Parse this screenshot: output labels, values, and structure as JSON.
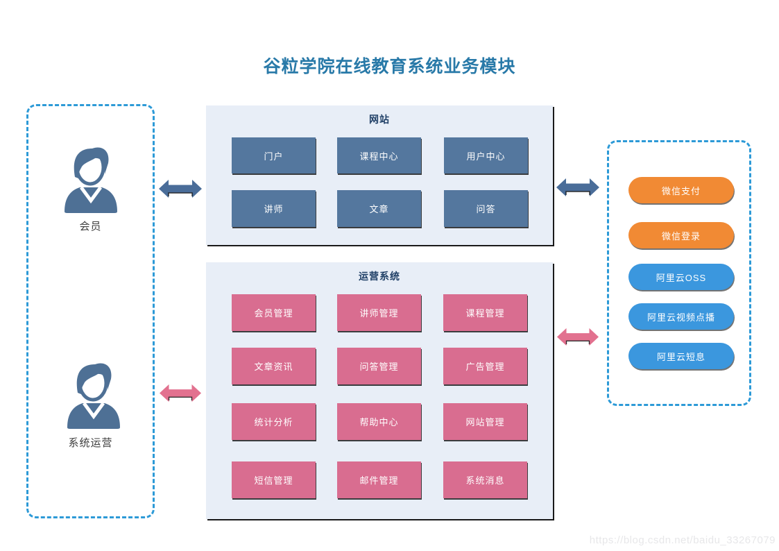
{
  "page": {
    "title": "谷粒学院在线教育系统业务模块",
    "watermark": "https://blog.csdn.net/baidu_33267079"
  },
  "actors": [
    {
      "label": "会员"
    },
    {
      "label": "系统运营"
    }
  ],
  "website": {
    "title": "网站",
    "modules": [
      "门户",
      "课程中心",
      "用户中心",
      "讲师",
      "文章",
      "问答"
    ]
  },
  "operations": {
    "title": "运营系统",
    "modules": [
      "会员管理",
      "讲师管理",
      "课程管理",
      "文章资讯",
      "问答管理",
      "广告管理",
      "统计分析",
      "帮助中心",
      "网站管理",
      "短信管理",
      "邮件管理",
      "系统消息"
    ]
  },
  "external_services": {
    "items": [
      {
        "label": "微信支付",
        "type": "wechat"
      },
      {
        "label": "微信登录",
        "type": "wechat"
      },
      {
        "label": "阿里云OSS",
        "type": "aliyun"
      },
      {
        "label": "阿里云视频点播",
        "type": "aliyun"
      },
      {
        "label": "阿里云短息",
        "type": "aliyun"
      }
    ]
  },
  "connections": [
    {
      "from": "会员",
      "to": "网站",
      "style": "dark-blue-double-arrow"
    },
    {
      "from": "网站",
      "to": "外部服务",
      "style": "dark-blue-double-arrow"
    },
    {
      "from": "系统运营",
      "to": "运营系统",
      "style": "pink-double-arrow"
    },
    {
      "from": "运营系统",
      "to": "外部服务",
      "style": "pink-double-arrow"
    }
  ],
  "colors": {
    "title_text": "#2879a8",
    "panel_bg": "#e8eef7",
    "panel_header_text": "#1f3f66",
    "website_module_fill": "#54779e",
    "operations_module_fill": "#d96d90",
    "wechat_pill_fill": "#f18a34",
    "aliyun_pill_fill": "#3b97de",
    "dark_arrow": "#4a6d99",
    "pink_arrow": "#e2718f",
    "dashed_border": "#2d9ad7",
    "actor_icon": "#4e7095"
  }
}
